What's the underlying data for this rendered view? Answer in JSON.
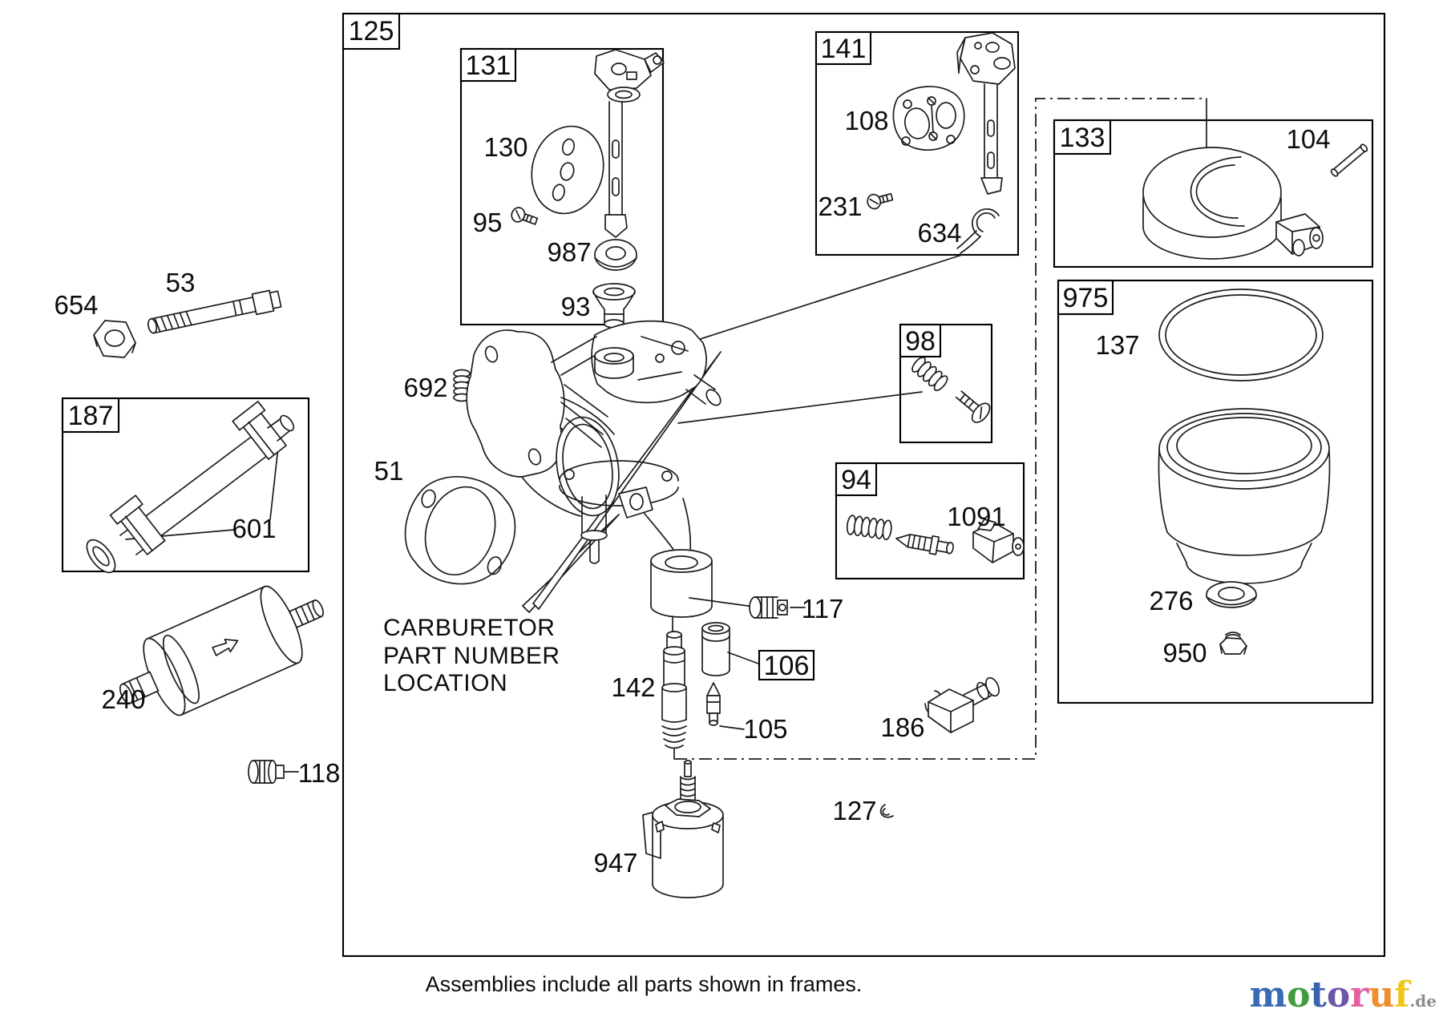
{
  "frames": {
    "main": "125",
    "choke_kit": "131",
    "throttle_kit": "141",
    "float_kit": "133",
    "bowl_kit": "975",
    "hose_kit": "187",
    "mixture_kit": "98",
    "needle_kit": "94",
    "cup_box": "106"
  },
  "labels": {
    "n654": "654",
    "n53": "53",
    "n130": "130",
    "n95": "95",
    "n987": "987",
    "n93": "93",
    "n108": "108",
    "n231": "231",
    "n634": "634",
    "n104": "104",
    "n137": "137",
    "n692": "692",
    "n51": "51",
    "n601": "601",
    "n240": "240",
    "n118": "118",
    "n117": "117",
    "n142": "142",
    "n105": "105",
    "n186": "186",
    "n127": "127",
    "n947": "947",
    "n276": "276",
    "n950": "950",
    "n1091": "1091"
  },
  "note": {
    "line1": "CARBURETOR",
    "line2": "PART NUMBER",
    "line3": "LOCATION"
  },
  "caption": "Assemblies include all parts shown in frames.",
  "watermark": {
    "letters": [
      {
        "ch": "m",
        "color": "#3a6ab5"
      },
      {
        "ch": "o",
        "color": "#419b3f"
      },
      {
        "ch": "t",
        "color": "#3a62ae"
      },
      {
        "ch": "o",
        "color": "#6f55a8"
      },
      {
        "ch": "r",
        "color": "#e2609f"
      },
      {
        "ch": "u",
        "color": "#ef8e2a"
      },
      {
        "ch": "f",
        "color": "#eec71d"
      }
    ],
    "suffix": ".de",
    "suffix_color": "#8e8e8e"
  }
}
